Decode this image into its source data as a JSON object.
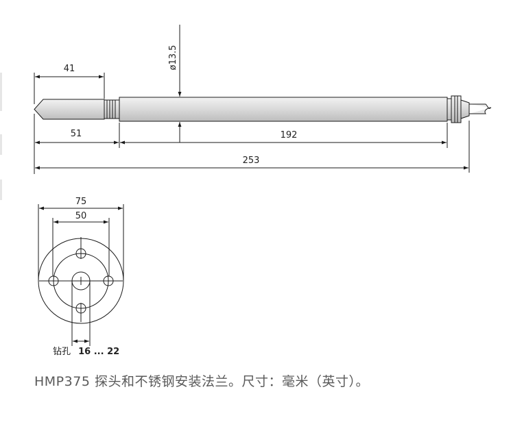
{
  "dimensions": {
    "probe_tip_length": "41",
    "probe_diameter": "ø13.5",
    "probe_head_length": "51",
    "probe_tube_length": "192",
    "probe_total_length": "253",
    "flange_outer_diameter": "75",
    "flange_bolt_circle": "50"
  },
  "drill_hole": {
    "label": "钻孔",
    "range": "16 ... 22"
  },
  "caption": "HMP375 探头和不锈钢安装法兰。尺寸：毫米（英寸）。",
  "colors": {
    "line": "#1a1a1a",
    "probe_fill": "#d9d9d9",
    "caption_text": "#5a5a5a"
  }
}
